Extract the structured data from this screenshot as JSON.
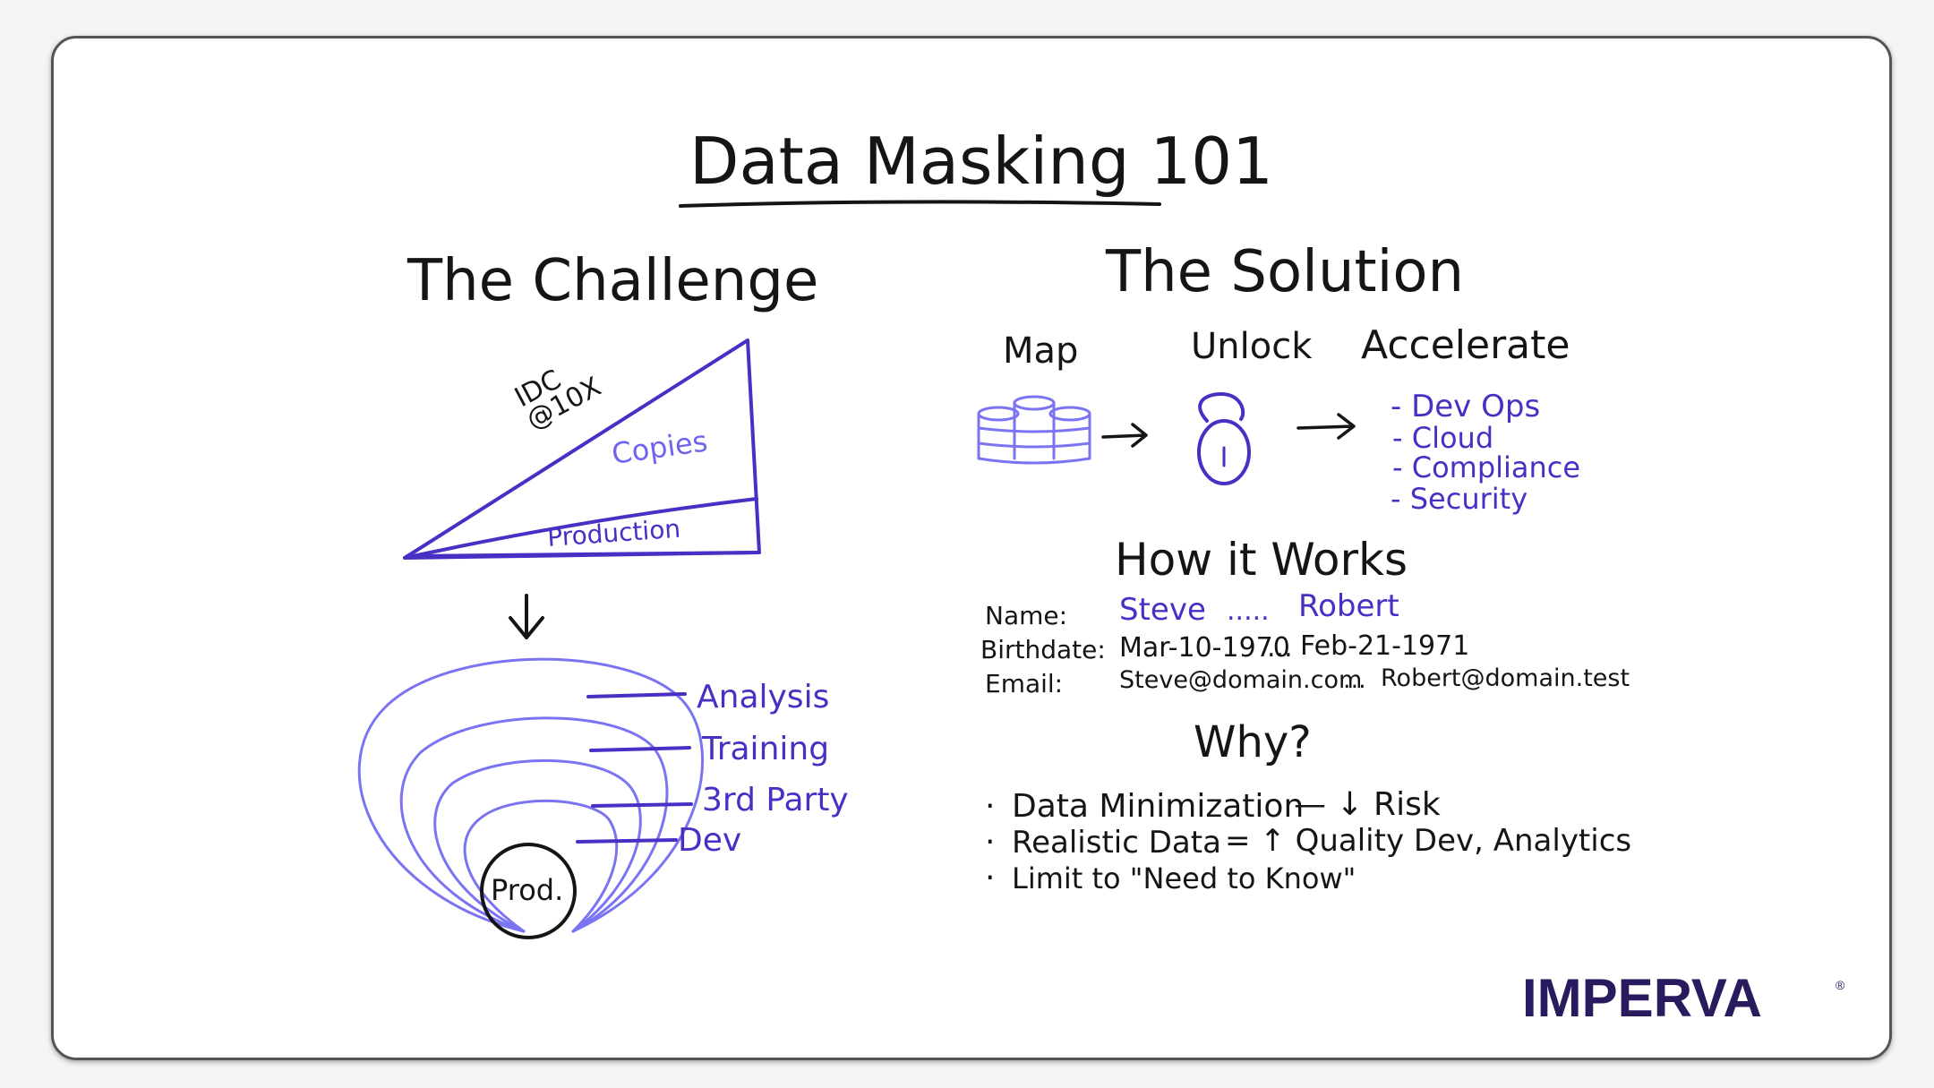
{
  "title": "Data Masking 101",
  "challenge": {
    "heading": "The Challenge",
    "idc_line1": "IDC",
    "idc_line2": "@10X",
    "copies_label": "Copies",
    "production_label": "Production",
    "rings": [
      "Analysis",
      "Training",
      "3rd Party",
      "Dev"
    ],
    "core": "Prod."
  },
  "solution": {
    "heading": "The Solution",
    "steps": [
      "Map",
      "Unlock",
      "Accelerate"
    ],
    "accelerate_items": [
      "- Dev Ops",
      "- Cloud",
      "- Compliance",
      "- Security"
    ]
  },
  "how": {
    "heading": "How it Works",
    "rows": [
      {
        "label": "Name:",
        "from": "Steve",
        "sep": ".....",
        "to": "Robert"
      },
      {
        "label": "Birthdate:",
        "from": "Mar-10-1970",
        "sep": "...",
        "to": "Feb-21-1971"
      },
      {
        "label": "Email:",
        "from": "Steve@domain.com",
        "sep": "...",
        "to": "Robert@domain.test"
      }
    ]
  },
  "why": {
    "heading": "Why?",
    "items": [
      {
        "bullet": "·",
        "text": "Data Minimization",
        "arrow": "— ↓ Risk"
      },
      {
        "bullet": "·",
        "text": "Realistic Data",
        "arrow": "= ↑ Quality Dev, Analytics"
      },
      {
        "bullet": "·",
        "text": "Limit to \"Need to Know\"",
        "arrow": ""
      }
    ]
  },
  "brand": {
    "logo": "IMPERVA",
    "mark": "®"
  },
  "colors": {
    "ink_black": "#151515",
    "ink_purple": "#4a2fc4",
    "ink_light_purple": "#7a74f2",
    "logo": "#2a1a5e"
  }
}
